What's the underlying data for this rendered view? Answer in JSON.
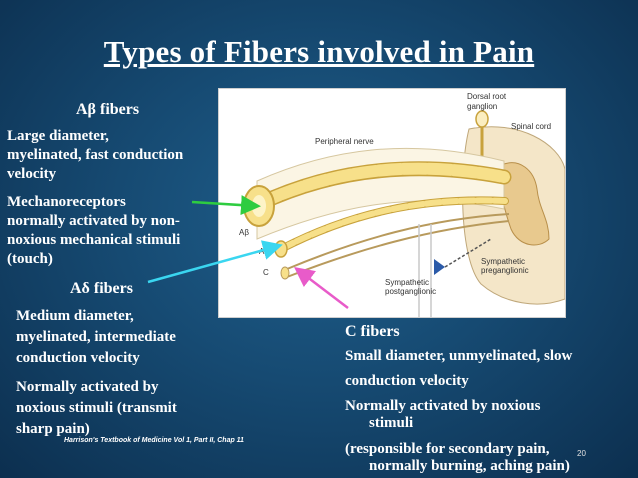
{
  "slide": {
    "title": "Types of Fibers involved in Pain",
    "abeta": {
      "heading": "Aβ fibers",
      "line1": "Large diameter,",
      "line2": "myelinated, fast conduction",
      "line3": "velocity",
      "line4": "Mechanoreceptors",
      "line5": "normally activated by non-",
      "line6": "noxious mechanical stimuli",
      "line7": "(touch)"
    },
    "adelta": {
      "heading": "Aδ fibers",
      "line1": "Medium diameter,",
      "line2": "myelinated, intermediate",
      "line3": "conduction velocity",
      "line4": "Normally activated by",
      "line5": "noxious stimuli (transmit",
      "line6": "sharp pain)"
    },
    "cfibers": {
      "heading": "C fibers",
      "line1": "Small diameter, unmyelinated, slow",
      "line2": "conduction velocity",
      "line3": "Normally activated by noxious",
      "line4": "stimuli",
      "line5": "(responsible for secondary pain,",
      "line6": "normally burning, aching pain)"
    },
    "citation": "Harrison's Textbook of Medicine Vol 1, Part II, Chap 11",
    "page_number": "20"
  },
  "figure": {
    "dorsal_root": "Dorsal root",
    "ganglion": "ganglion",
    "spinal_cord": "Spinal cord",
    "peripheral_nerve": "Peripheral nerve",
    "label_abeta": "Aβ",
    "label_adelta": "Aδ",
    "label_c": "C",
    "sympathetic_pre1": "Sympathetic",
    "sympathetic_pre2": "preganglionic",
    "sympathetic_post1": "Sympathetic",
    "sympathetic_post2": "postganglionic"
  },
  "colors": {
    "background": "#164a72",
    "text": "#ffffff",
    "arrow_green": "#2ecc40",
    "arrow_cyan": "#3ad6f0",
    "arrow_pink": "#e85bc9",
    "fiber_fill": "#f7e08a",
    "fiber_stroke": "#c8a23c"
  }
}
